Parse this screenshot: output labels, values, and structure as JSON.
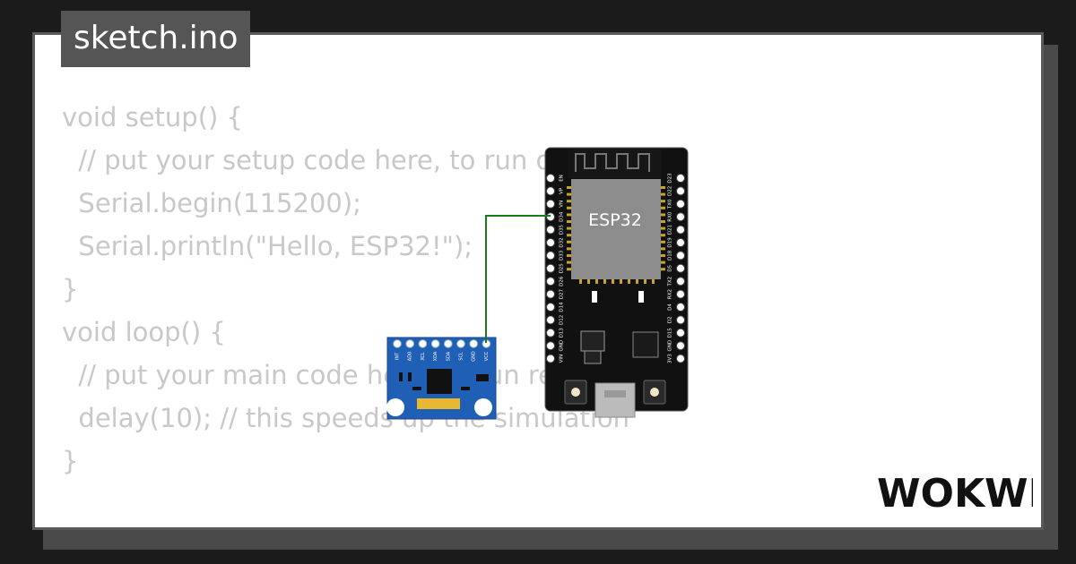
{
  "file_tab": {
    "label": "sketch.ino"
  },
  "code": {
    "lines": [
      "void setup() {",
      "  // put your setup code here, to run once:",
      "  Serial.begin(115200);",
      "  Serial.println(\"Hello, ESP32!\");",
      "",
      "}",
      "",
      "void loop() {",
      "  // put your main code here, to run repeatedly:",
      "  delay(10); // this speeds up the simulation",
      "}"
    ]
  },
  "esp32": {
    "chip_label": "ESP32",
    "left_pins": [
      "EN",
      "VP",
      "VN",
      "D34",
      "D35",
      "D32",
      "D33",
      "D25",
      "D26",
      "D27",
      "D14",
      "D12",
      "D13",
      "GND",
      "VIN"
    ],
    "right_pins": [
      "D23",
      "D22",
      "TX0",
      "RX0",
      "D21",
      "D19",
      "D18",
      "D5",
      "TX2",
      "RX2",
      "D4",
      "D2",
      "D15",
      "GND",
      "3V3"
    ]
  },
  "sensor": {
    "pins": [
      "INT",
      "AD0",
      "XCL",
      "XDA",
      "SDA",
      "SCL",
      "GND",
      "VCC"
    ]
  },
  "logo": {
    "text": "WOKWI"
  },
  "colors": {
    "background": "#1b1b1b",
    "card": "#ffffff",
    "tab": "#555555",
    "code_text": "#c8c8c8",
    "esp_board": "#111111",
    "esp_chip": "#8c8c8c",
    "sensor_board": "#1f5fb5",
    "wire": "#1a7a1a"
  }
}
